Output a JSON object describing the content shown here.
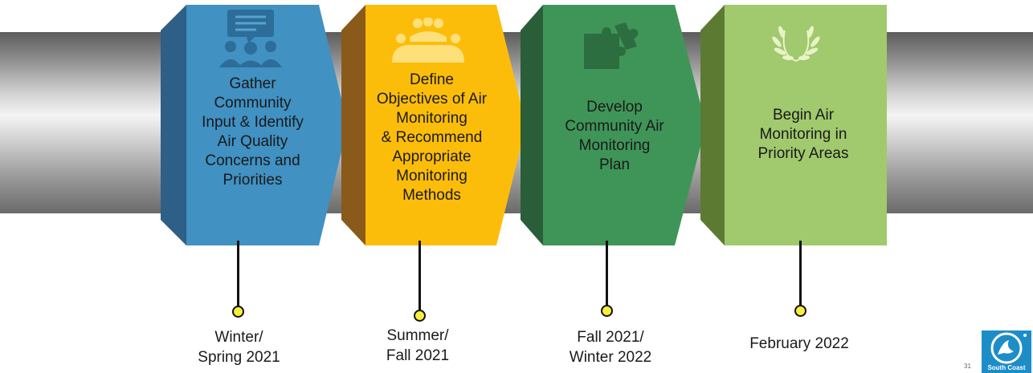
{
  "steps": [
    {
      "text": "Gather\nCommunity\nInput & Identify\nAir Quality\nConcerns and\nPriorities",
      "date": "Winter/\nSpring 2021",
      "icon": "people-chat-icon",
      "color": "#4191c2",
      "dark": "#2e5f86"
    },
    {
      "text": "Define\nObjectives of Air\nMonitoring\n& Recommend\nAppropriate\nMonitoring\nMethods",
      "date": "Summer/\nFall 2021",
      "icon": "meeting-group-icon",
      "color": "#fcbd0a",
      "dark": "#8a5a1a"
    },
    {
      "text": "Develop\nCommunity Air\nMonitoring\nPlan",
      "date": "Fall 2021/\nWinter 2022",
      "icon": "puzzle-icon",
      "color": "#3f9558",
      "dark": "#295e38"
    },
    {
      "text": "Begin Air\nMonitoring in\nPriority Areas",
      "date": "February 2022",
      "icon": "laurel-wreath-icon",
      "color": "#a1c96d",
      "dark": "#5d7a33"
    }
  ],
  "footer": {
    "page_number": "31",
    "logo_text": "South Coast",
    "logo_color": "#1d8dc8"
  }
}
